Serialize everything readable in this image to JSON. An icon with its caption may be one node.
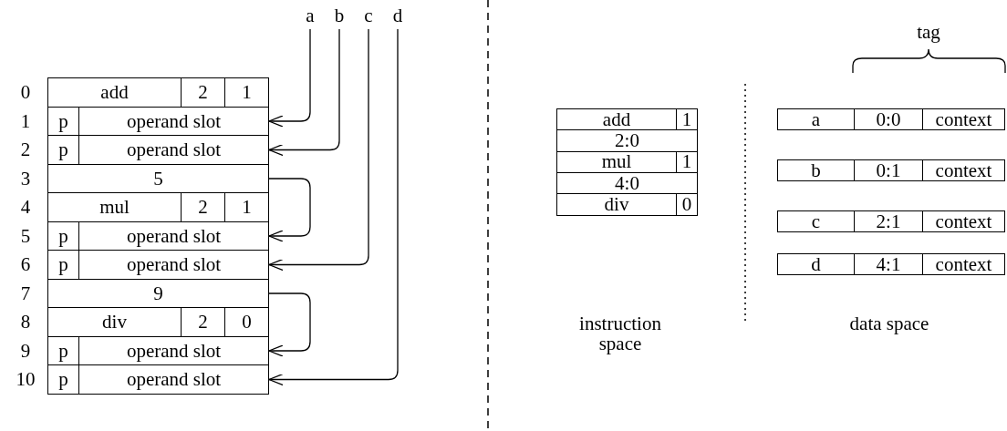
{
  "diagram": {
    "nodes": [
      {
        "text": [
          "a"
        ]
      },
      {
        "text": [
          "b"
        ]
      },
      {
        "text": [
          "c"
        ]
      },
      {
        "text": [
          "d"
        ]
      },
      {
        "text": [
          "add",
          "2",
          "1"
        ]
      },
      {
        "text": [
          "p",
          "operand slot"
        ]
      },
      {
        "text": [
          "p",
          "operand slot"
        ]
      },
      {
        "text": [
          "5"
        ]
      },
      {
        "text": [
          "mul",
          "2",
          "1"
        ]
      },
      {
        "text": [
          "p",
          "operand slot"
        ]
      },
      {
        "text": [
          "p",
          "operand slot"
        ]
      },
      {
        "text": [
          "9"
        ]
      },
      {
        "text": [
          "div",
          "2",
          "0"
        ]
      },
      {
        "text": [
          "p",
          "operand slot"
        ]
      },
      {
        "text": [
          "p",
          "operand slot"
        ]
      },
      {
        "text": [
          "add",
          "1"
        ]
      },
      {
        "text": [
          "2:0"
        ]
      },
      {
        "text": [
          "mul",
          "1"
        ]
      },
      {
        "text": [
          "4:0"
        ]
      },
      {
        "text": [
          "div",
          "0"
        ]
      },
      {
        "text": [
          "a",
          "0:0",
          "context"
        ]
      },
      {
        "text": [
          "b",
          "0:1",
          "context"
        ]
      },
      {
        "text": [
          "c",
          "2:1",
          "context"
        ]
      },
      {
        "text": [
          "d",
          "4:1",
          "context"
        ]
      }
    ],
    "edges": [
      {
        "from": 0,
        "to": 5,
        "arrow": "to"
      },
      {
        "from": 1,
        "to": 6,
        "arrow": "to"
      },
      {
        "from": 7,
        "to": 9,
        "arrow": "to"
      },
      {
        "from": 2,
        "to": 10,
        "arrow": "to"
      },
      {
        "from": 11,
        "to": 13,
        "arrow": "to"
      },
      {
        "from": 3,
        "to": 14,
        "arrow": "to"
      }
    ],
    "labels": [
      "tag",
      "0",
      "1",
      "2",
      "3",
      "4",
      "5",
      "6",
      "7",
      "8",
      "9",
      "10",
      "instruction space",
      "data space"
    ]
  }
}
